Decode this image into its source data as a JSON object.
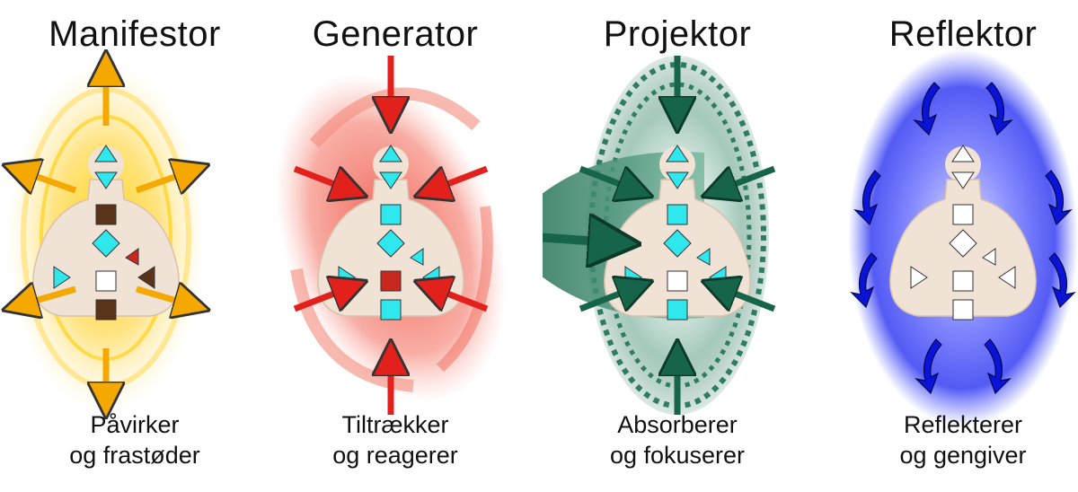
{
  "types": [
    {
      "title": "Manifestor",
      "caption1": "Påvirker",
      "caption2": "og frastøder",
      "color": "#f5a800"
    },
    {
      "title": "Generator",
      "caption1": "Tiltrækker",
      "caption2": "og reagerer",
      "color": "#e2211c"
    },
    {
      "title": "Projektor",
      "caption1": "Absorberer",
      "caption2": "og fokuserer",
      "color": "#16654a"
    },
    {
      "title": "Reflektor",
      "caption1": "Reflekterer",
      "caption2": "og gengiver",
      "color": "#0a14d8"
    }
  ],
  "palette": {
    "center_defined": "#2ee8ee",
    "center_undefined": "#ffffff",
    "center_manifestor_dark": "#5a3418",
    "center_red": "#c8281e",
    "body": "#f0e2d4"
  }
}
